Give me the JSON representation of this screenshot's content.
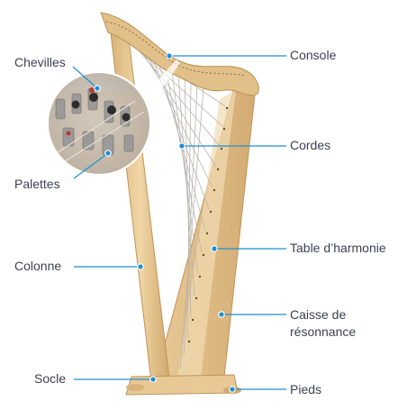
{
  "labels": {
    "console": "Console",
    "chevilles": "Chevilles",
    "cordes": "Cordes",
    "palettes": "Palettes",
    "table": "Table d’harmonie",
    "colonne": "Colonne",
    "caisse_line1": "Caisse de",
    "caisse_line2": "résonnance",
    "socle": "Socle",
    "pieds": "Pieds"
  },
  "colors": {
    "accent": "#1f8fd1",
    "text": "#3a4250",
    "wood": "#e6c694",
    "wood_dark": "#c99d5d"
  }
}
